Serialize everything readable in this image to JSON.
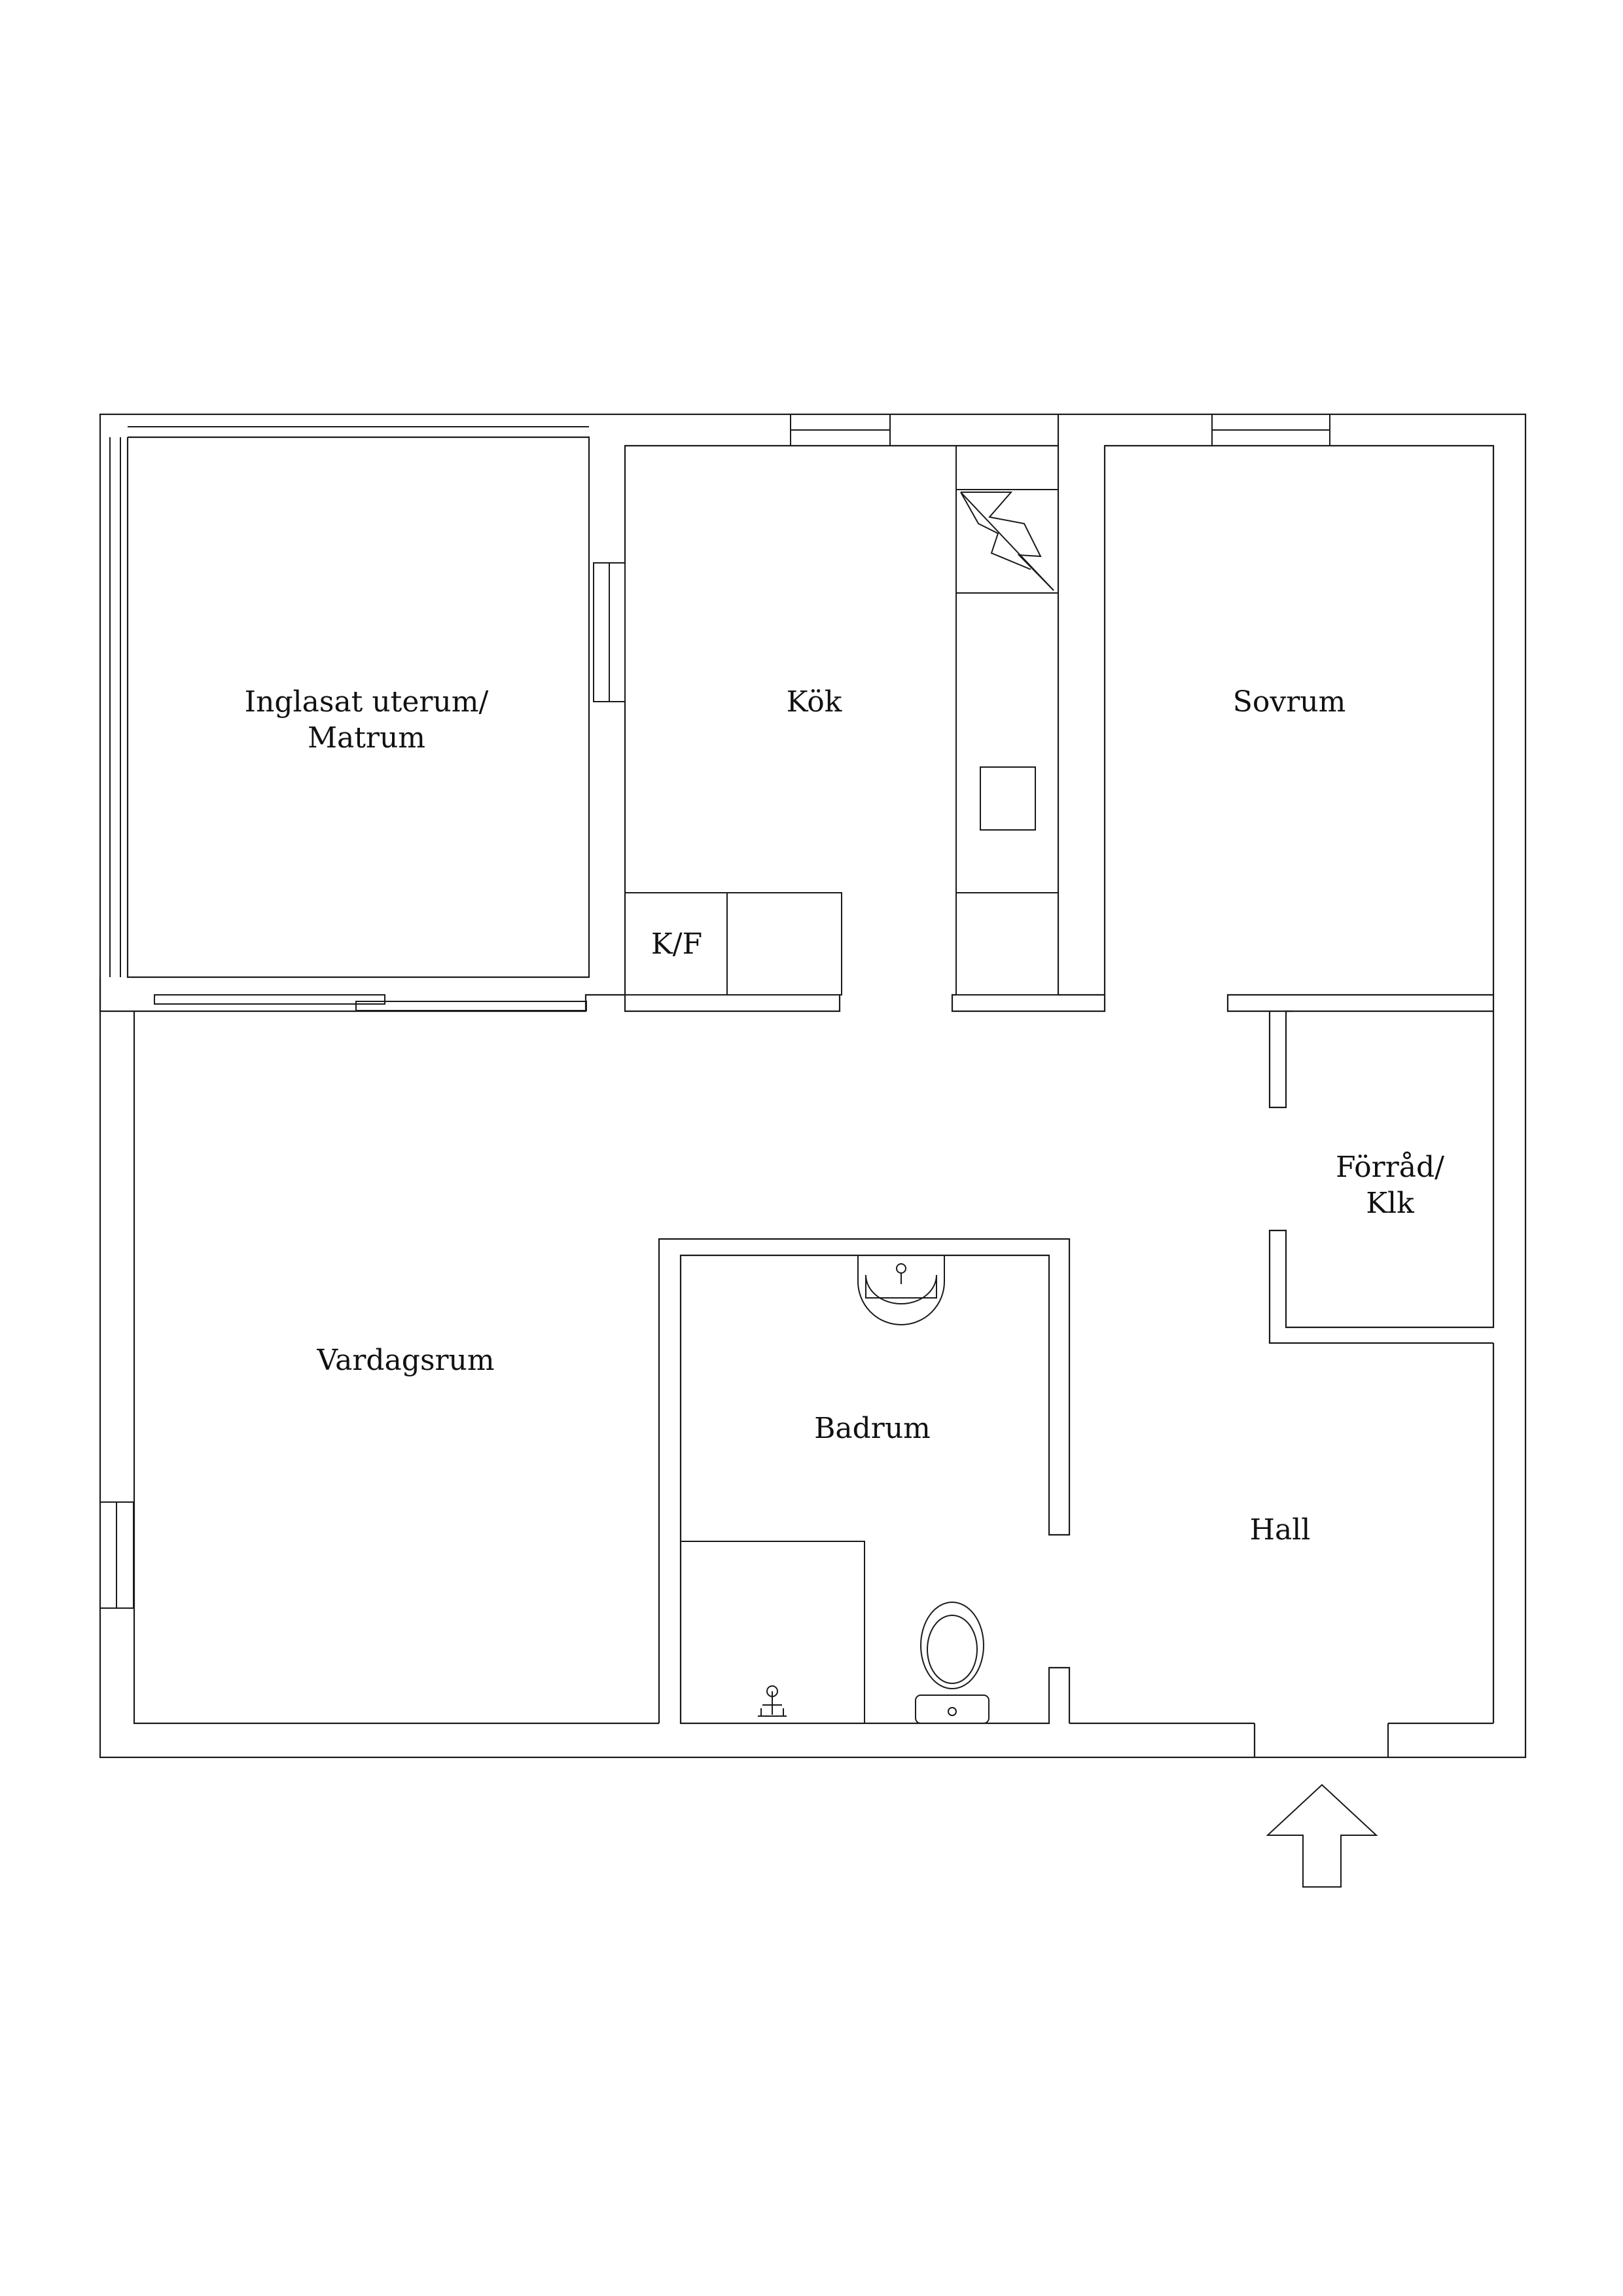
{
  "rooms": {
    "uterum_line1": "Inglasat uterum/",
    "uterum_line2": "Matrum",
    "kok": "Kök",
    "sovrum": "Sovrum",
    "kf": "K/F",
    "forrad_line1": "Förråd/",
    "forrad_line2": "Klk",
    "vardagsrum": "Vardagsrum",
    "badrum": "Badrum",
    "hall": "Hall"
  },
  "icons": [
    "stove-icon",
    "sink-icon",
    "toilet-icon",
    "shower-icon",
    "entrance-arrow-icon"
  ],
  "colors": {
    "line": "#1a1a1a",
    "background": "#ffffff"
  }
}
